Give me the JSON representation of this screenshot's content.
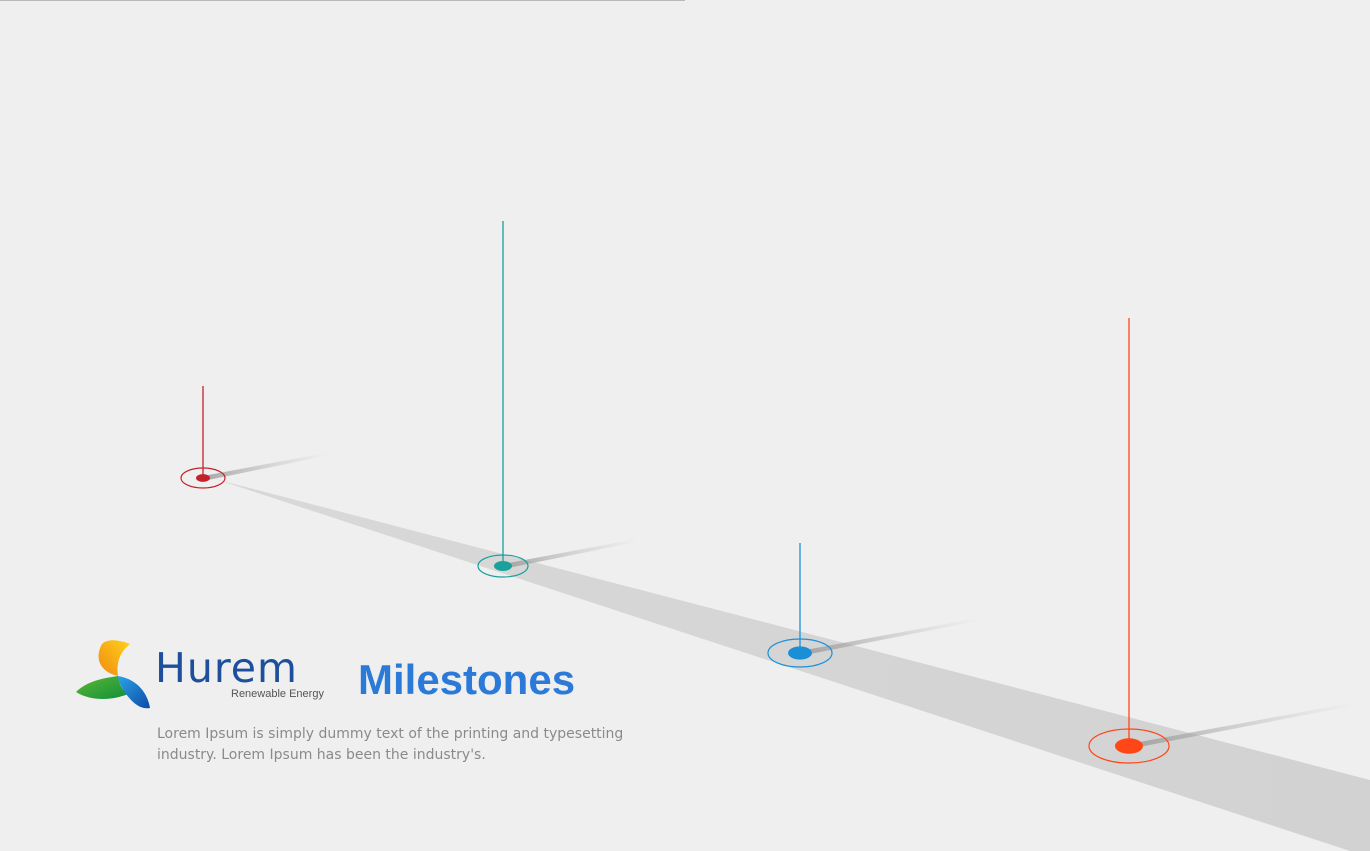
{
  "brand": {
    "name": "Hurem",
    "tagline": "Renewable Energy"
  },
  "page": {
    "title": "Milestones",
    "description": "Lorem Ipsum is simply dummy text of the printing and typesetting industry. Lorem Ipsum has been the industry's."
  },
  "milestones": [
    {
      "name": "milestone-marker-1",
      "color": "#c4222b"
    },
    {
      "name": "milestone-marker-2",
      "color": "#1aa19b"
    },
    {
      "name": "milestone-marker-3",
      "color": "#1b8fd6"
    },
    {
      "name": "milestone-marker-4",
      "color": "#ff4616"
    }
  ],
  "colors": {
    "background": "#efefef",
    "title": "#2c7ad8",
    "brand_text": "#1d4f9c",
    "description": "#8a8a8a",
    "road": "#d9d9d9"
  }
}
